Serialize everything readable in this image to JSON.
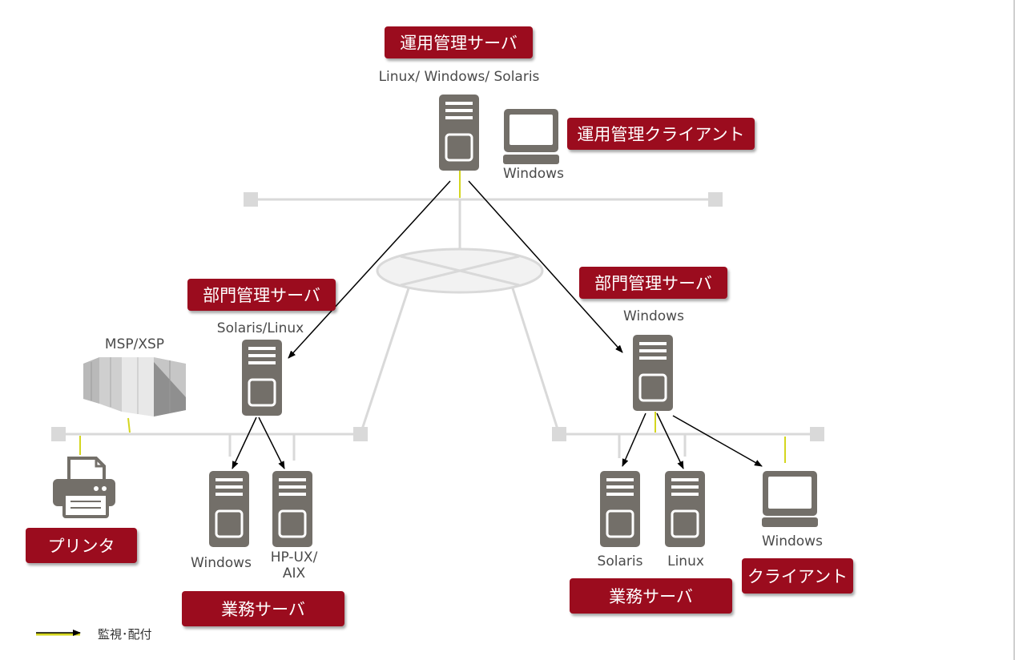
{
  "labels": {
    "ops_server": "運用管理サーバ",
    "ops_client": "運用管理クライアント",
    "dept_server_left": "部門管理サーバ",
    "dept_server_right": "部門管理サーバ",
    "printer": "プリンタ",
    "biz_server_left": "業務サーバ",
    "biz_server_right": "業務サーバ",
    "client": "クライアント"
  },
  "os": {
    "ops_server": "Linux/ Windows/ Solaris",
    "ops_client": "Windows",
    "dept_left": "Solaris/Linux",
    "dept_right": "Windows",
    "mainframe": "MSP/XSP",
    "biz_left_1": "Windows",
    "biz_left_2": "HP-UX/\nAIX",
    "biz_right_1": "Solaris",
    "biz_right_2": "Linux",
    "client": "Windows"
  },
  "legend": {
    "text": "監視･配付"
  },
  "colors": {
    "label_bg": "#9b0c1e",
    "server": "#736f69",
    "network": "#d9d9d9",
    "arrow": "#000000",
    "connector": "#d4d61f"
  }
}
